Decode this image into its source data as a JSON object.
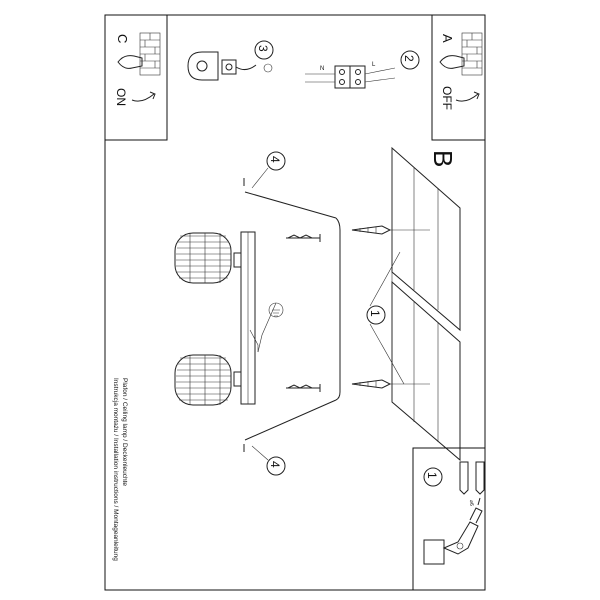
{
  "panels": {
    "a": {
      "letter": "A",
      "caption": "OFF"
    },
    "c": {
      "letter": "C",
      "caption": "ON"
    },
    "b": {
      "letter": "B"
    }
  },
  "steps": {
    "one": "1",
    "two": "2",
    "three": "3",
    "four": "4"
  },
  "wire_marks": {
    "n": "N",
    "l": "L"
  },
  "drill_inset": {
    "step": "1",
    "size": "⌀6"
  },
  "captions": {
    "line1": "Instrukcja montażu / Installation instructions / Montageanleitung",
    "line2": "Plafon / Ceiling lamp / Deckenleuchte"
  },
  "colors": {
    "line": "#222222",
    "paper": "#ffffff"
  },
  "icons": [
    "hand-icon",
    "brick-wall-icon",
    "arrow-icon",
    "connector-block-icon",
    "ground-symbol-icon",
    "drill-icon",
    "screw-icon",
    "dowel-icon",
    "lamp-shade-icon"
  ]
}
